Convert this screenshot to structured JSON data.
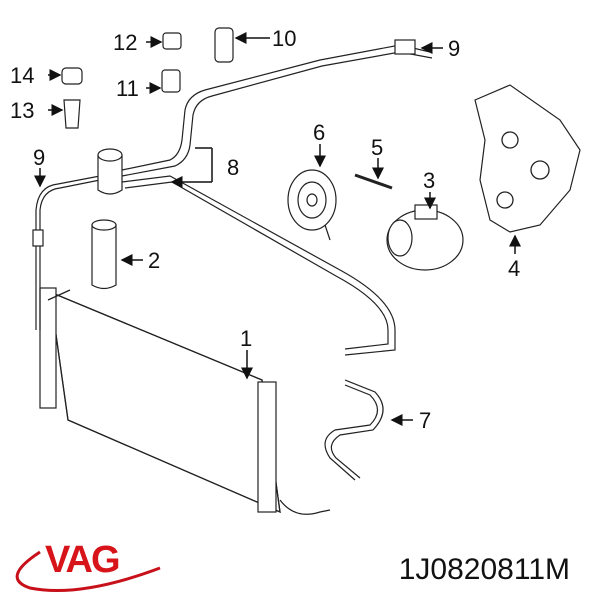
{
  "diagram": {
    "callouts": {
      "c1": "1",
      "c2": "2",
      "c3": "3",
      "c4": "4",
      "c5": "5",
      "c6": "6",
      "c7": "7",
      "c8": "8",
      "c9a": "9",
      "c9b": "9",
      "c10": "10",
      "c11": "11",
      "c12": "12",
      "c13": "13",
      "c14": "14"
    }
  },
  "brand": {
    "logo": "VAG",
    "color": "#d7141a"
  },
  "part_number": "1J0820811M"
}
